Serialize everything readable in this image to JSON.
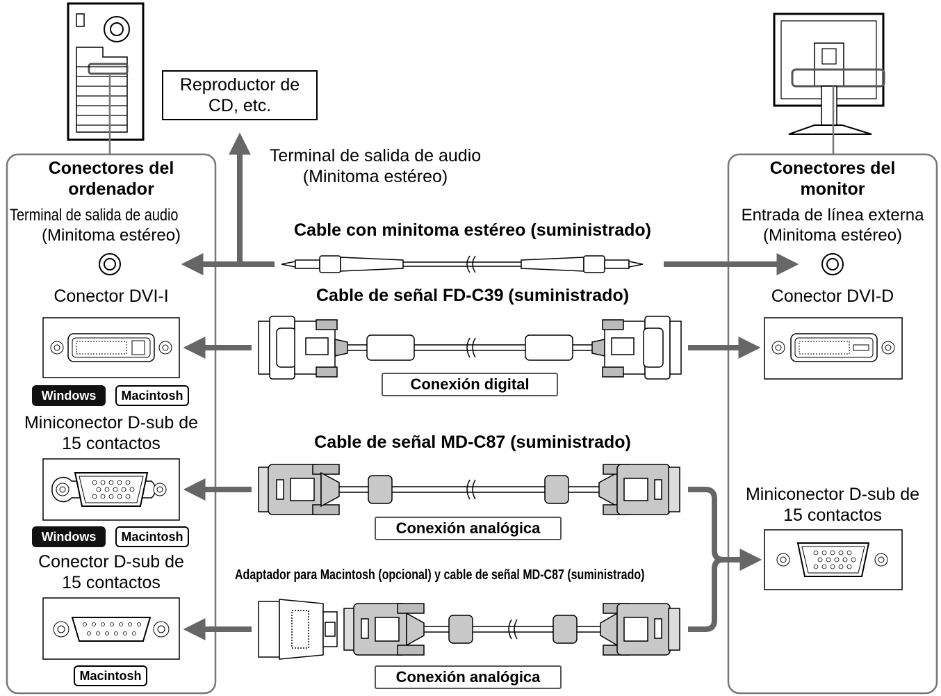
{
  "cd_player_box": "Reproductor de\nCD, etc.",
  "audio_out_top": {
    "line1": "Terminal de salida de audio",
    "line2": "(Minitoma estéreo)"
  },
  "left_panel": {
    "title_line1": "Conectores del",
    "title_line2": "ordenador",
    "audio_line1": "Terminal de salida de audio",
    "audio_line2": "(Minitoma estéreo)",
    "dvi_label": "Conector DVI-I",
    "badge_windows_1": "Windows",
    "badge_macintosh_1": "Macintosh",
    "mini_dsub_line1": "Miniconector D-sub de",
    "mini_dsub_line2": "15 contactos",
    "badge_windows_2": "Windows",
    "badge_macintosh_2": "Macintosh",
    "dsub_line1": "Conector D-sub de",
    "dsub_line2": "15 contactos",
    "badge_macintosh_3": "Macintosh"
  },
  "right_panel": {
    "title_line1": "Conectores del",
    "title_line2": "monitor",
    "line_in_1": "Entrada de línea externa",
    "line_in_2": "(Minitoma estéreo)",
    "dvi_label": "Conector DVI-D",
    "mini_dsub_line1": "Miniconector D-sub de",
    "mini_dsub_line2": "15 contactos"
  },
  "cables": {
    "minijack_title": "Cable con minitoma estéreo (suministrado)",
    "fd_title": "Cable de señal FD-C39 (suministrado)",
    "digital_label": "Conexión digital",
    "md_title": "Cable de señal MD-C87 (suministrado)",
    "analog_label_1": "Conexión analógica",
    "adapter_title": "Adaptador para Macintosh (opcional) y cable de señal MD-C87 (suministrado)",
    "analog_label_2": "Conexión analógica"
  },
  "colors": {
    "arrow": "#666666",
    "panel_border": "#777777",
    "connector_fill": "#bfbfbf"
  }
}
